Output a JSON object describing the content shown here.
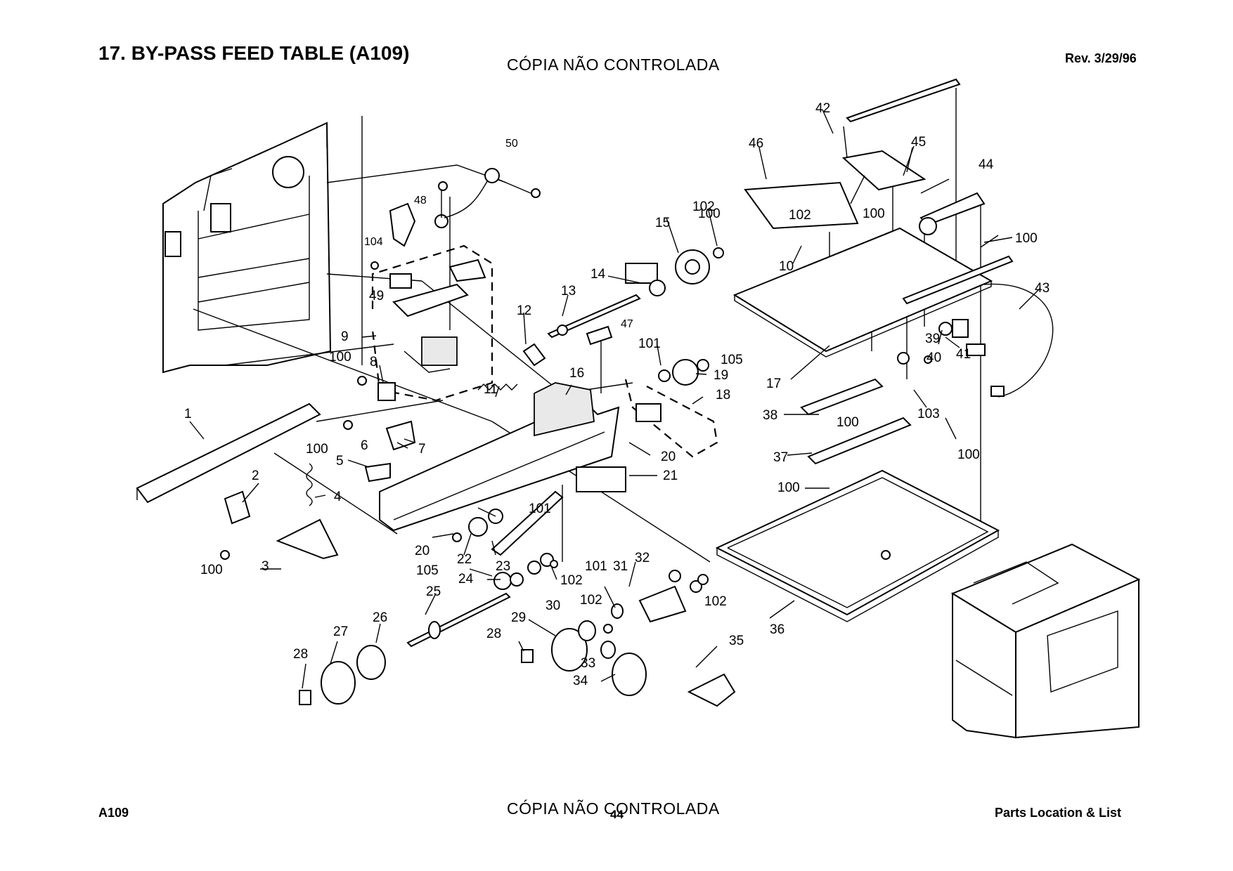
{
  "header": {
    "title": "17. BY-PASS FEED TABLE (A109)",
    "stamp": "CÓPIA NÃO CONTROLADA",
    "revision": "Rev. 3/29/96"
  },
  "footer": {
    "model": "A109",
    "stamp": "CÓPIA NÃO CONTROLADA",
    "page_number": "44",
    "section": "Parts Location & List"
  },
  "callouts": [
    "1",
    "2",
    "3",
    "4",
    "5",
    "6",
    "7",
    "8",
    "9",
    "10",
    "11",
    "12",
    "13",
    "14",
    "15",
    "16",
    "17",
    "18",
    "19",
    "20",
    "20",
    "21",
    "22",
    "23",
    "24",
    "25",
    "26",
    "27",
    "28",
    "28",
    "29",
    "30",
    "31",
    "32",
    "33",
    "34",
    "35",
    "36",
    "37",
    "38",
    "39",
    "40",
    "41",
    "42",
    "43",
    "44",
    "45",
    "46",
    "47",
    "48",
    "49",
    "50",
    "100",
    "100",
    "100",
    "100",
    "100",
    "100",
    "100",
    "100",
    "100",
    "101",
    "101",
    "101",
    "102",
    "102",
    "102",
    "102",
    "102",
    "103",
    "104",
    "105",
    "105"
  ]
}
